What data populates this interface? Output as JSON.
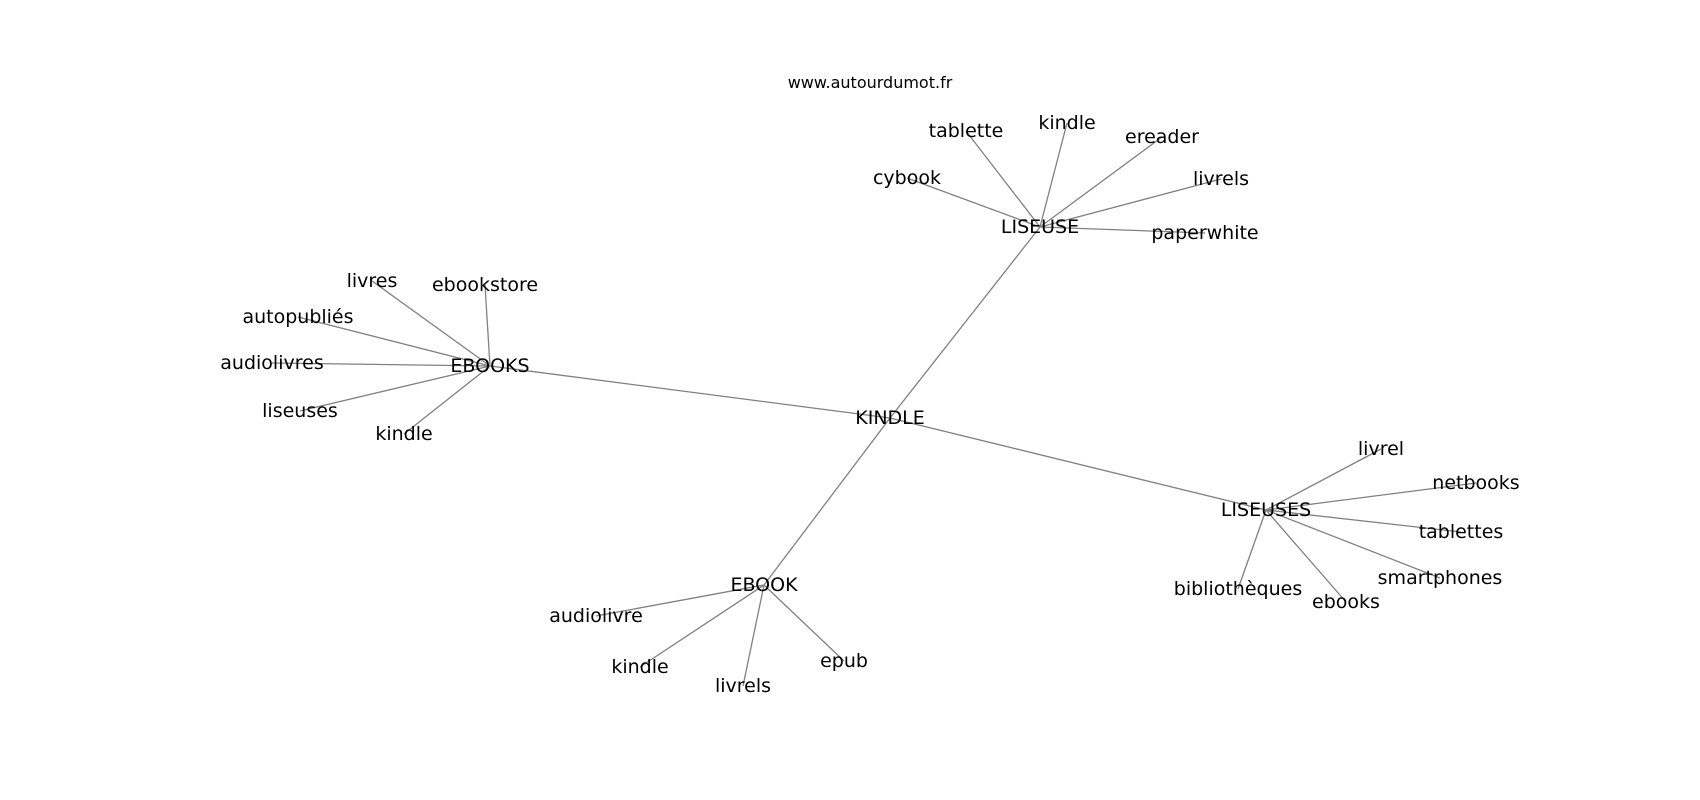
{
  "watermark": "www.autourdumot.fr",
  "edge_color": "#808080",
  "text_color": "#000000",
  "nodes": {
    "kindle_center": "KINDLE",
    "liseuse": "LISEUSE",
    "ebooks": "EBOOKS",
    "liseuses": "LISEUSES",
    "ebook": "EBOOK",
    "liseuse_tablette": "tablette",
    "liseuse_kindle": "kindle",
    "liseuse_ereader": "ereader",
    "liseuse_cybook": "cybook",
    "liseuse_livrels": "livrels",
    "liseuse_paperwhite": "paperwhite",
    "ebooks_livres": "livres",
    "ebooks_ebookstore": "ebookstore",
    "ebooks_autopublies": "autopubliés",
    "ebooks_audiolivres": "audiolivres",
    "ebooks_liseuses": "liseuses",
    "ebooks_kindle": "kindle",
    "liseuses_livrel": "livrel",
    "liseuses_netbooks": "netbooks",
    "liseuses_tablettes": "tablettes",
    "liseuses_smartphones": "smartphones",
    "liseuses_bibliotheques": "bibliothèques",
    "liseuses_ebooks": "ebooks",
    "ebook_audiolivre": "audiolivre",
    "ebook_kindle": "kindle",
    "ebook_livrels": "livrels",
    "ebook_epub": "epub"
  },
  "edges": [
    [
      "kindle_center",
      "liseuse"
    ],
    [
      "kindle_center",
      "ebooks"
    ],
    [
      "kindle_center",
      "liseuses"
    ],
    [
      "kindle_center",
      "ebook"
    ],
    [
      "liseuse",
      "liseuse_tablette"
    ],
    [
      "liseuse",
      "liseuse_kindle"
    ],
    [
      "liseuse",
      "liseuse_ereader"
    ],
    [
      "liseuse",
      "liseuse_cybook"
    ],
    [
      "liseuse",
      "liseuse_livrels"
    ],
    [
      "liseuse",
      "liseuse_paperwhite"
    ],
    [
      "ebooks",
      "ebooks_livres"
    ],
    [
      "ebooks",
      "ebooks_ebookstore"
    ],
    [
      "ebooks",
      "ebooks_autopublies"
    ],
    [
      "ebooks",
      "ebooks_audiolivres"
    ],
    [
      "ebooks",
      "ebooks_liseuses"
    ],
    [
      "ebooks",
      "ebooks_kindle"
    ],
    [
      "liseuses",
      "liseuses_livrel"
    ],
    [
      "liseuses",
      "liseuses_netbooks"
    ],
    [
      "liseuses",
      "liseuses_tablettes"
    ],
    [
      "liseuses",
      "liseuses_smartphones"
    ],
    [
      "liseuses",
      "liseuses_bibliotheques"
    ],
    [
      "liseuses",
      "liseuses_ebooks"
    ],
    [
      "ebook",
      "ebook_audiolivre"
    ],
    [
      "ebook",
      "ebook_kindle"
    ],
    [
      "ebook",
      "ebook_livrels"
    ],
    [
      "ebook",
      "ebook_epub"
    ]
  ]
}
